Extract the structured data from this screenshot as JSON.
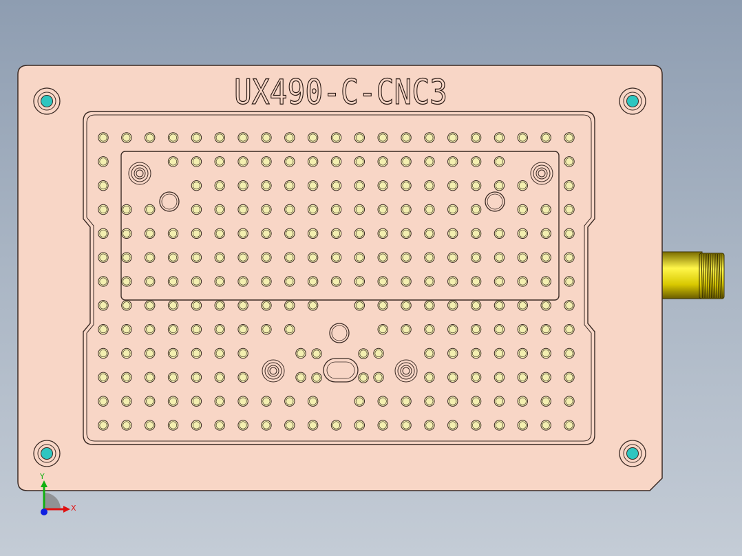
{
  "part": {
    "engraving": "UX490-C-CNC3",
    "colors": {
      "plate": "#f8d6c6",
      "edge": "#3a2a24",
      "hole_fill": "#f3efb0",
      "locator_fill": "#2ec6c0",
      "connector": "#e4d600",
      "background_top": "#8e9db1",
      "background_bottom": "#c4ccd6"
    }
  },
  "triad": {
    "x_label": "X",
    "y_label": "Y",
    "x_color": "#e01010",
    "y_color": "#10b010",
    "z_color": "#1020e0"
  }
}
